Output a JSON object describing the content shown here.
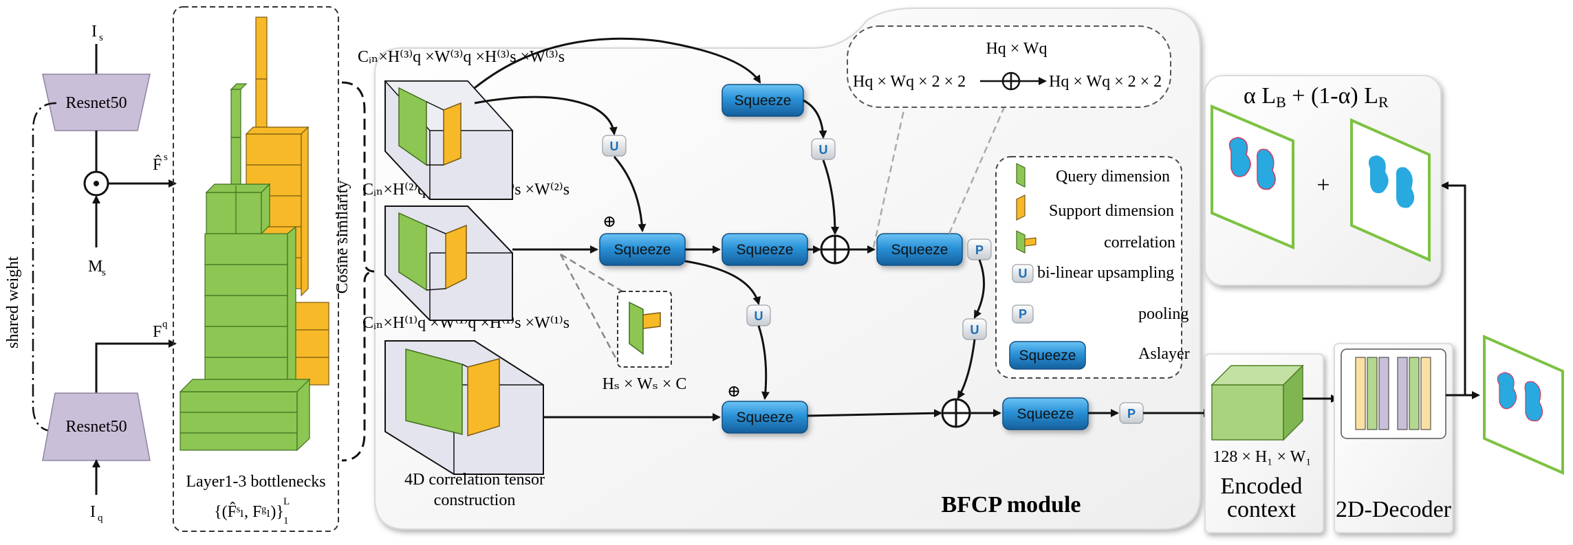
{
  "diagram": {
    "input_support": "I",
    "input_support_sub": "s",
    "input_query": "I",
    "input_query_sub": "q",
    "mask": "M",
    "mask_sub": "s",
    "backbone_top": "Resnet50",
    "backbone_bottom": "Resnet50",
    "shared_weight": "shared weight",
    "feat_support": "F̂",
    "feat_support_sup": "s",
    "feat_query": "F",
    "feat_query_sup": "q",
    "bottleneck_label": "Layer1-3 bottlenecks",
    "bottleneck_set": "{(F̂ˢₗ, Fᵍₗ)}",
    "bottleneck_set_sup": "L",
    "bottleneck_set_sub": "1",
    "cosine": "Cosine similarity",
    "tensor3": "Cᵢₙ×H⁽³⁾q ×W⁽³⁾q ×H⁽³⁾s ×W⁽³⁾s",
    "tensor2": "Cᵢₙ×H⁽²⁾q ×W⁽²⁾q ×H⁽²⁾s ×W⁽²⁾s",
    "tensor1": "Cᵢₙ×H⁽¹⁾q ×W⁽¹⁾q ×H⁽¹⁾s ×W⁽¹⁾s",
    "tensor_caption_1": "4D correlation tensor",
    "tensor_caption_2": "construction",
    "squeeze": "Squeeze",
    "upsample_glyph": "U",
    "pool_glyph": "P",
    "oplus": "⊕",
    "corr_size": "Hₛ × Wₛ × C",
    "pool_in": "Hq × Wq × 2 × 2",
    "pool_kernel": "Hq × Wq",
    "pool_out": "Hq × Wq × 2 × 2",
    "legend": {
      "query": "Query  dimension",
      "support": "Support dimension",
      "correlation": "correlation",
      "upsampling": "bi-linear upsampling",
      "pooling": "pooling",
      "aslayer": "Aslayer"
    },
    "module_name": "BFCP module",
    "encoded_size": "128 × H₁ × W₁",
    "encoded_label_1": "Encoded",
    "encoded_label_2": "context",
    "decoder_label": "2D-Decoder",
    "loss": "α L",
    "loss_b": "B",
    "loss_mid": " + (1-α) L",
    "loss_r": "R",
    "plus": "+"
  },
  "colors": {
    "green": "#8dc653",
    "green_dark": "#5e9e2f",
    "yellow": "#f7b928",
    "blue": "#2d8fd6",
    "blue_dark": "#1767a8",
    "purple": "#c9bfd9",
    "mask_blue": "#28a9e0",
    "frame_green": "#7cc242"
  }
}
